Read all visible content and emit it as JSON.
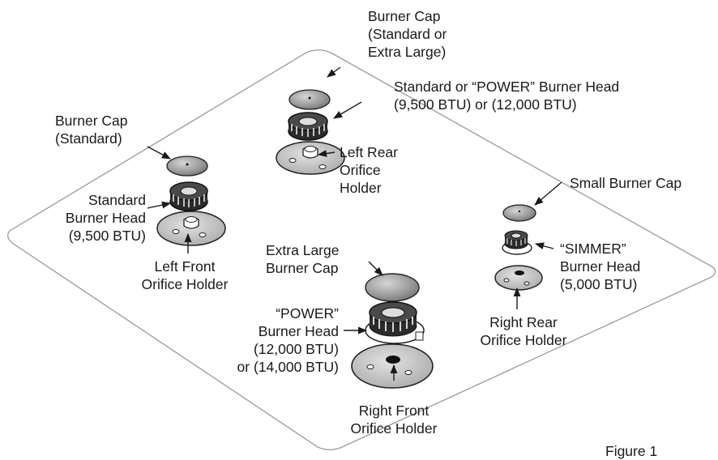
{
  "labels": {
    "top_cap": "Burner Cap\n(Standard or\nExtra Large)",
    "top_head": "Standard or “POWER” Burner Head\n(9,500 BTU) or (12,000 BTU)",
    "left_rear_holder": "Left Rear\nOrifice\nHolder",
    "left_cap": "Burner Cap\n(Standard)",
    "left_head": "Standard\nBurner Head\n(9,500 BTU)",
    "left_front_holder": "Left Front\nOrifice Holder",
    "small_cap": "Small Burner Cap",
    "simmer_head": "“SIMMER”\nBurner Head\n(5,000 BTU)",
    "right_rear_holder": "Right Rear\nOrifice Holder",
    "xl_cap": "Extra Large\nBurner Cap",
    "power_head": "“POWER”\nBurner Head\n(12,000 BTU)\nor (14,000 BTU)",
    "right_front_holder": "Right Front\nOrifice Holder",
    "figure": "Figure 1"
  }
}
